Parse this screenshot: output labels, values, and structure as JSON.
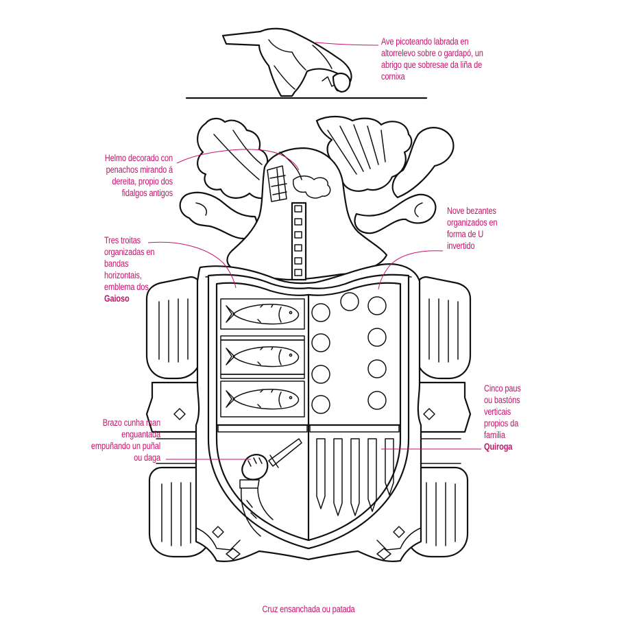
{
  "annotations": {
    "bird": {
      "text": "Ave picoteando labrada en altorrelevo sobre o gardapó, un abrigo que sobresae da liña de cornixa"
    },
    "helmet": {
      "text": "Helmo decorado con penachos mirando á dereita, propio dos fidalgos antigos"
    },
    "bezants": {
      "text": "Nove bezantes organizados en forma de U invertido"
    },
    "trout": {
      "text": "Tres troitas organizadas en bandas horizontais, emblema dos",
      "family": "Gaioso"
    },
    "staves": {
      "text": "Cinco paus ou bastóns verticais propios da familia",
      "family": "Quiroga"
    },
    "arm": {
      "text": "Brazo cunha man enguantada empuñando un puñal ou daga"
    },
    "cross": {
      "text": "Cruz ensanchada ou patada"
    }
  },
  "colors": {
    "accent": "#c5126b",
    "ink": "#111111",
    "background": "#ffffff"
  }
}
